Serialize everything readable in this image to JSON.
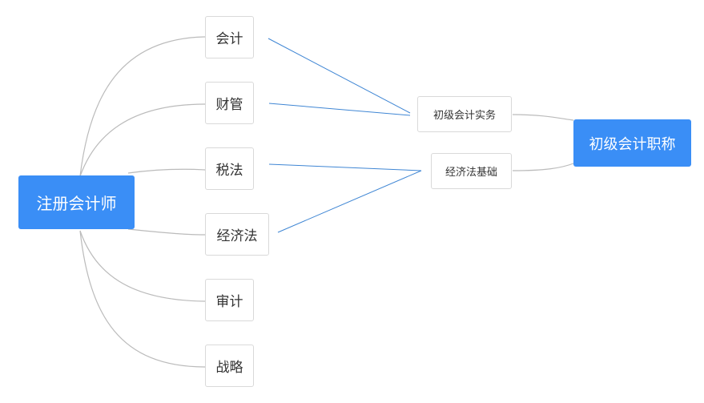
{
  "diagram": {
    "colors": {
      "root_fill": "#3a8ef6",
      "tree_line": "#bbbbbb",
      "link_line": "#3f86d4"
    },
    "left_root": {
      "label": "注册会计师"
    },
    "subjects": [
      {
        "id": "kuaiji",
        "label": "会计"
      },
      {
        "id": "caiguan",
        "label": "财管"
      },
      {
        "id": "shuifa",
        "label": "税法"
      },
      {
        "id": "jingjifa",
        "label": "经济法"
      },
      {
        "id": "shenji",
        "label": "审计"
      },
      {
        "id": "zhanlue",
        "label": "战略"
      }
    ],
    "right_root": {
      "label": "初级会计职称"
    },
    "right_subjects": [
      {
        "id": "shiwu",
        "label": "初级会计实务"
      },
      {
        "id": "jichu",
        "label": "经济法基础"
      }
    ],
    "links": [
      {
        "from": "kuaiji",
        "to": "shiwu"
      },
      {
        "from": "caiguan",
        "to": "shiwu"
      },
      {
        "from": "shuifa",
        "to": "jichu"
      },
      {
        "from": "jingjifa",
        "to": "jichu"
      }
    ]
  }
}
